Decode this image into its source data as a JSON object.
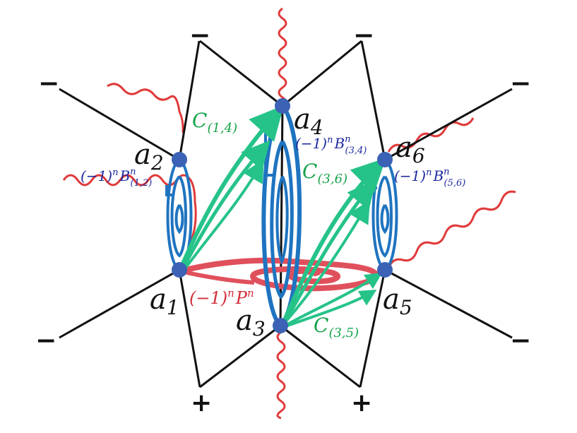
{
  "colors": {
    "node": "#3b62b4",
    "line": "#111111",
    "wavy": "#e03a3a",
    "blue_loop": "#1f74c0",
    "green_arrow": "#26c389",
    "red_spiral": "#e0505c",
    "c_label": "#16a34a",
    "b_label": "#1e2aa0",
    "p_label": "#d12f3a"
  },
  "nodes": [
    {
      "id": "a1",
      "base": "a",
      "sub": "1"
    },
    {
      "id": "a2",
      "base": "a",
      "sub": "2"
    },
    {
      "id": "a3",
      "base": "a",
      "sub": "3"
    },
    {
      "id": "a4",
      "base": "a",
      "sub": "4"
    },
    {
      "id": "a5",
      "base": "a",
      "sub": "5"
    },
    {
      "id": "a6",
      "base": "a",
      "sub": "6"
    }
  ],
  "signs": {
    "minus": "−",
    "plus": "+"
  },
  "labels": {
    "c14": {
      "base": "C",
      "sub": "(1,4)"
    },
    "c36": {
      "base": "C",
      "sub": "(3,6)"
    },
    "c35": {
      "base": "C",
      "sub": "(3,5)"
    },
    "b12": {
      "prefix": "(−1)",
      "sup": "n",
      "base": "B",
      "subsup": "n",
      "sub": "(1,2)"
    },
    "b34": {
      "prefix": "(−1)",
      "sup": "n",
      "base": "B",
      "subsup": "n",
      "sub": "(3,4)"
    },
    "b56": {
      "prefix": "(−1)",
      "sup": "n",
      "base": "B",
      "subsup": "n",
      "sub": "(5,6)"
    },
    "p": {
      "prefix": "(−1)",
      "sup": "n",
      "base": "P",
      "subsup": "n"
    }
  }
}
